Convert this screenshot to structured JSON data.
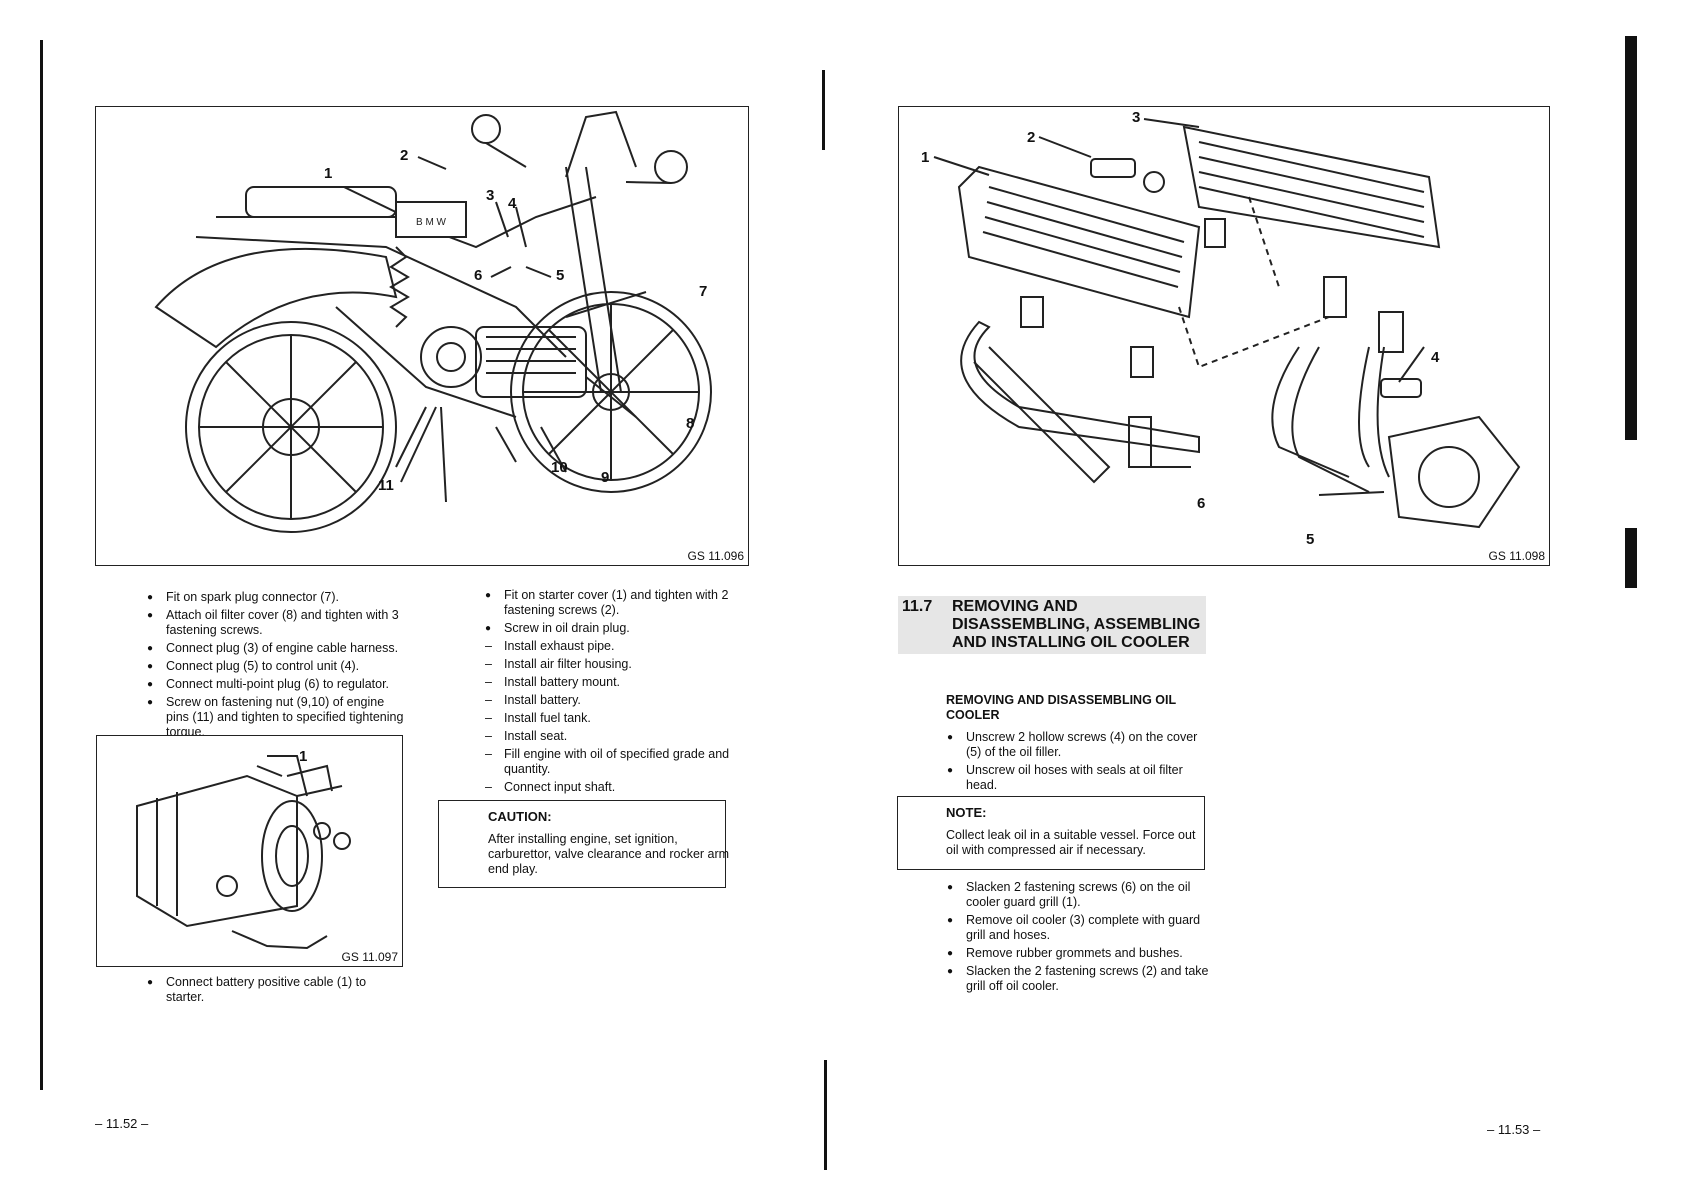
{
  "left_page": {
    "figure_main": {
      "code": "GS 11.096",
      "callouts": [
        "1",
        "2",
        "3",
        "4",
        "5",
        "6",
        "7",
        "8",
        "9",
        "10",
        "11"
      ]
    },
    "steps_col1": [
      {
        "type": "bullet",
        "text": "Fit on spark plug connector (7)."
      },
      {
        "type": "bullet",
        "text": "Attach oil filter cover (8) and tighten with 3 fastening screws."
      },
      {
        "type": "bullet",
        "text": "Connect plug (3) of engine cable harness."
      },
      {
        "type": "bullet",
        "text": "Connect plug (5) to control unit (4)."
      },
      {
        "type": "bullet",
        "text": "Connect multi-point plug (6) to regulator."
      },
      {
        "type": "bullet",
        "text": "Screw on fastening nut (9,10) of engine pins (11) and tighten to specified tightening torque."
      }
    ],
    "figure_starter": {
      "code": "GS 11.097",
      "callouts": [
        "1"
      ]
    },
    "steps_col1b": [
      {
        "type": "bullet",
        "text": "Connect battery positive cable (1) to starter."
      }
    ],
    "steps_col2": [
      {
        "type": "bullet",
        "text": "Fit on starter cover (1) and tighten with 2 fastening screws (2)."
      },
      {
        "type": "bullet",
        "text": "Screw in oil drain plug."
      },
      {
        "type": "dash",
        "text": "Install exhaust pipe."
      },
      {
        "type": "dash",
        "text": "Install air filter housing."
      },
      {
        "type": "dash",
        "text": "Install battery mount."
      },
      {
        "type": "dash",
        "text": "Install battery."
      },
      {
        "type": "dash",
        "text": "Install fuel tank."
      },
      {
        "type": "dash",
        "text": "Install seat."
      },
      {
        "type": "dash",
        "text": "Fill engine with oil of specified grade and quantity."
      },
      {
        "type": "dash",
        "text": "Connect input shaft."
      }
    ],
    "caution": {
      "heading": "CAUTION:",
      "text": "After installing engine, set ignition, carburettor, valve clearance and rocker arm end play."
    },
    "page_number": "– 11.52 –"
  },
  "right_page": {
    "figure_cooler": {
      "code": "GS 11.098",
      "callouts": [
        "1",
        "2",
        "3",
        "4",
        "5",
        "6"
      ]
    },
    "section": {
      "number": "11.7",
      "title": "REMOVING AND DISASSEMBLING, ASSEMBLING AND INSTALLING OIL COOLER"
    },
    "subheading": "REMOVING AND DISASSEMBLING OIL COOLER",
    "steps_a": [
      {
        "type": "bullet",
        "text": "Unscrew 2 hollow screws (4) on the cover (5) of the oil filler."
      },
      {
        "type": "bullet",
        "text": "Unscrew oil hoses with seals at oil filter head."
      }
    ],
    "note": {
      "heading": "NOTE:",
      "text": "Collect leak oil in a suitable vessel. Force out oil with compressed air if necessary."
    },
    "steps_b": [
      {
        "type": "bullet",
        "text": "Slacken 2 fastening screws (6) on the oil cooler guard grill (1)."
      },
      {
        "type": "bullet",
        "text": "Remove oil cooler (3) complete with guard grill and hoses."
      },
      {
        "type": "bullet",
        "text": "Remove rubber grommets and bushes."
      },
      {
        "type": "bullet",
        "text": "Slacken the 2 fastening screws (2) and take grill off oil cooler."
      }
    ],
    "page_number": "– 11.53 –"
  }
}
